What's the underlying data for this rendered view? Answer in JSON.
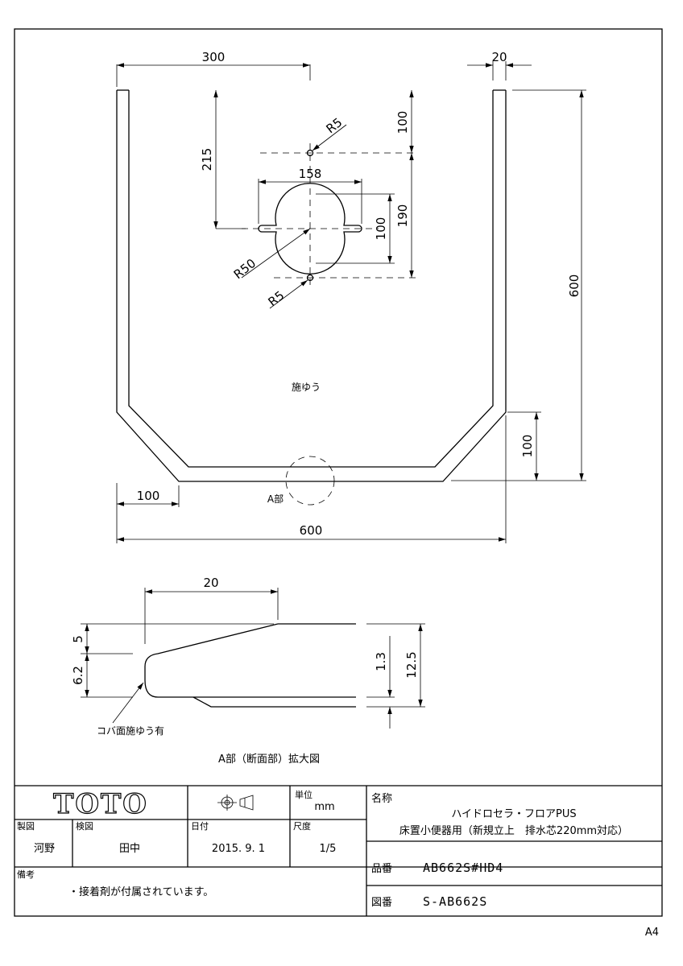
{
  "plan_view": {
    "dim_top_offset": "300",
    "dim_top_rim": "20",
    "dim_right_height": "600",
    "dim_top_to_hole": "100",
    "dim_left_depth": "215",
    "dim_tab_width": "158",
    "dim_radius_small_top": "R5",
    "dim_radius_hole": "R50",
    "dim_radius_small_bottom": "R5",
    "dim_hole_height": "100",
    "dim_hole_span": "190",
    "dim_bottom_left": "100",
    "dim_bottom_width": "600",
    "dim_right_bottom": "100",
    "center_label": "施ゆう",
    "detail_ref": "A部"
  },
  "detail_view": {
    "dim_top": "20",
    "dim_left_upper": "5",
    "dim_left_lower": "6.2",
    "dim_right_inner": "1.3",
    "dim_right_outer": "12.5",
    "leader_note": "コバ面施ゆう有",
    "caption": "A部（断面部）拡大図"
  },
  "title_block": {
    "logo": "TOTO",
    "unit_label": "単位",
    "unit_value": "mm",
    "name_label": "名称",
    "name_line1": "ハイドロセラ・フロアPUS",
    "name_line2": "床置小便器用（新規立上　排水芯220mm対応）",
    "made_label": "製図",
    "made_value": "河野",
    "checked_label": "検図",
    "checked_value": "田中",
    "date_label": "日付",
    "date_value": "2015. 9. 1",
    "scale_label": "尺度",
    "scale_value": "1/5",
    "part_label": "品番",
    "part_value": "AB662S#HD4",
    "drawing_label": "図番",
    "drawing_value": "S-AB662S",
    "remarks_label": "備考",
    "remarks_value": "・接着剤が付属されています。"
  },
  "sheet_size": "A4"
}
